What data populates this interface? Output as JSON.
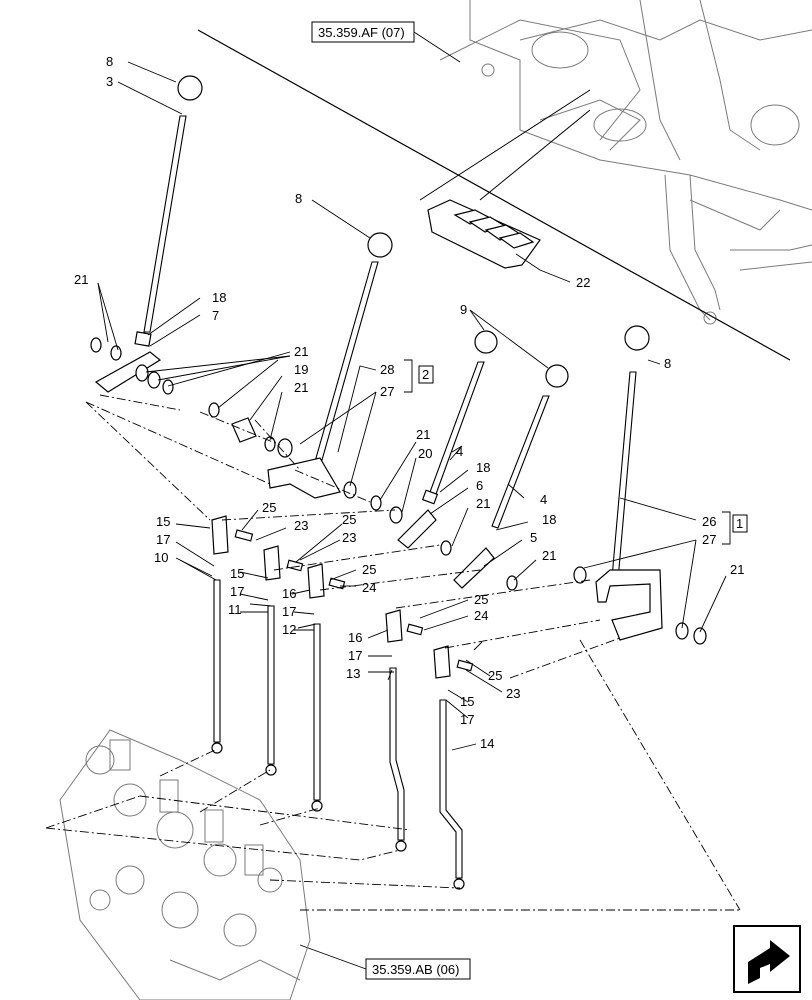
{
  "references": {
    "top": "35.359.AF (07)",
    "bottom": "35.359.AB (06)"
  },
  "callouts": {
    "c2": "2",
    "c1": "1",
    "c3": "3",
    "c4a": "4",
    "c4b": "4",
    "c5": "5",
    "c6": "6",
    "c7": "7",
    "c8a": "8",
    "c8b": "8",
    "c8c": "8",
    "c9": "9",
    "c10": "10",
    "c11": "11",
    "c12": "12",
    "c13": "13",
    "c14": "14",
    "c15a": "15",
    "c15b": "15",
    "c15c": "15",
    "c16a": "16",
    "c16b": "16",
    "c17a": "17",
    "c17b": "17",
    "c17c": "17",
    "c17d": "17",
    "c17e": "17",
    "c18a": "18",
    "c18b": "18",
    "c18c": "18",
    "c19": "19",
    "c20": "20",
    "c21a": "21",
    "c21b": "21",
    "c21c": "21",
    "c21d": "21",
    "c21e": "21",
    "c21f": "21",
    "c21g": "21",
    "c22": "22",
    "c23a": "23",
    "c23b": "23",
    "c23c": "23",
    "c24a": "24",
    "c24b": "24",
    "c25a": "25",
    "c25b": "25",
    "c25c": "25",
    "c25d": "25",
    "c25e": "25",
    "c26": "26",
    "c27a": "27",
    "c27b": "27",
    "c28": "28"
  },
  "icons": {
    "nav": "next-page-arrow-icon"
  }
}
